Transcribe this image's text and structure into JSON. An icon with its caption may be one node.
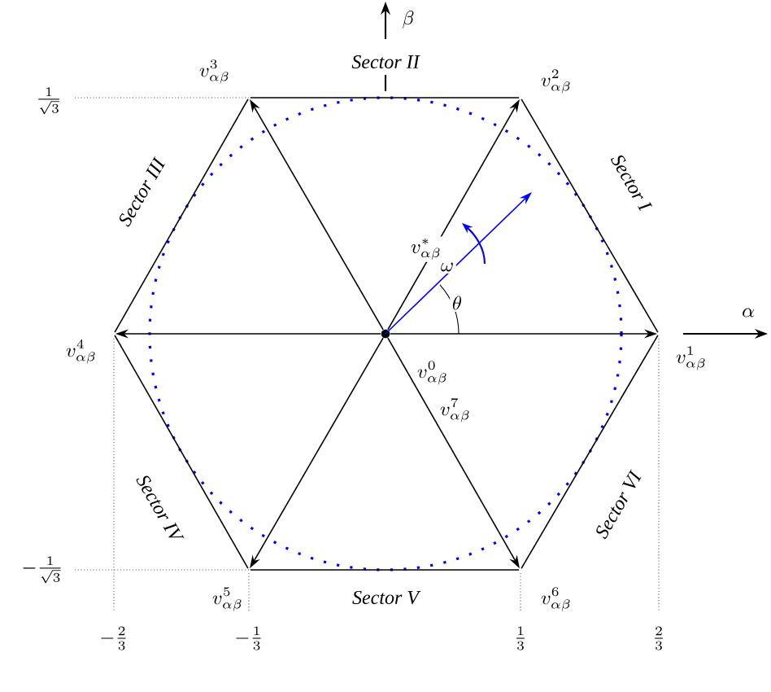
{
  "diagram": {
    "nodes": [
      {
        "text": [
          "v^{0}_{\\alpha\\beta}",
          "v^{7}_{\\alpha\\beta}"
        ]
      },
      {
        "text": [
          "v^{1}_{\\alpha\\beta}"
        ]
      },
      {
        "text": [
          "v^{2}_{\\alpha\\beta}"
        ]
      },
      {
        "text": [
          "v^{3}_{\\alpha\\beta}"
        ]
      },
      {
        "text": [
          "v^{4}_{\\alpha\\beta}"
        ]
      },
      {
        "text": [
          "v^{5}_{\\alpha\\beta}"
        ]
      },
      {
        "text": [
          "v^{6}_{\\alpha\\beta}"
        ]
      }
    ],
    "edges": [
      {
        "from": 0,
        "to": 1,
        "arrow": "to"
      },
      {
        "from": 0,
        "to": 2,
        "arrow": "to"
      },
      {
        "from": 0,
        "to": 3,
        "arrow": "to"
      },
      {
        "from": 0,
        "to": 4,
        "arrow": "to"
      },
      {
        "from": 0,
        "to": 5,
        "arrow": "to"
      },
      {
        "from": 0,
        "to": 6,
        "arrow": "to"
      },
      {
        "from": 1,
        "to": 2,
        "arrow": "none"
      },
      {
        "from": 2,
        "to": 3,
        "arrow": "none"
      },
      {
        "from": 3,
        "to": 4,
        "arrow": "none"
      },
      {
        "from": 4,
        "to": 5,
        "arrow": "none"
      },
      {
        "from": 5,
        "to": 6,
        "arrow": "none"
      },
      {
        "from": 6,
        "to": 1,
        "arrow": "none"
      },
      {
        "from": 0,
        "to": null,
        "arrow": "to",
        "color": "#0000ff",
        "label": "v^{*}_{\\alpha\\beta}"
      }
    ],
    "labels": [
      "\\beta",
      "Sector II",
      "\\frac{1}{\\sqrt{3}}",
      "Sector III",
      "Sector I",
      "\\omega",
      "\\theta",
      "\\alpha",
      "Sector IV",
      "Sector VI",
      "-\\frac{1}{\\sqrt{3}}",
      "Sector V",
      "-\\frac{2}{3}",
      "-\\frac{1}{3}",
      "\\frac{1}{3}",
      "\\frac{2}{3}"
    ]
  }
}
